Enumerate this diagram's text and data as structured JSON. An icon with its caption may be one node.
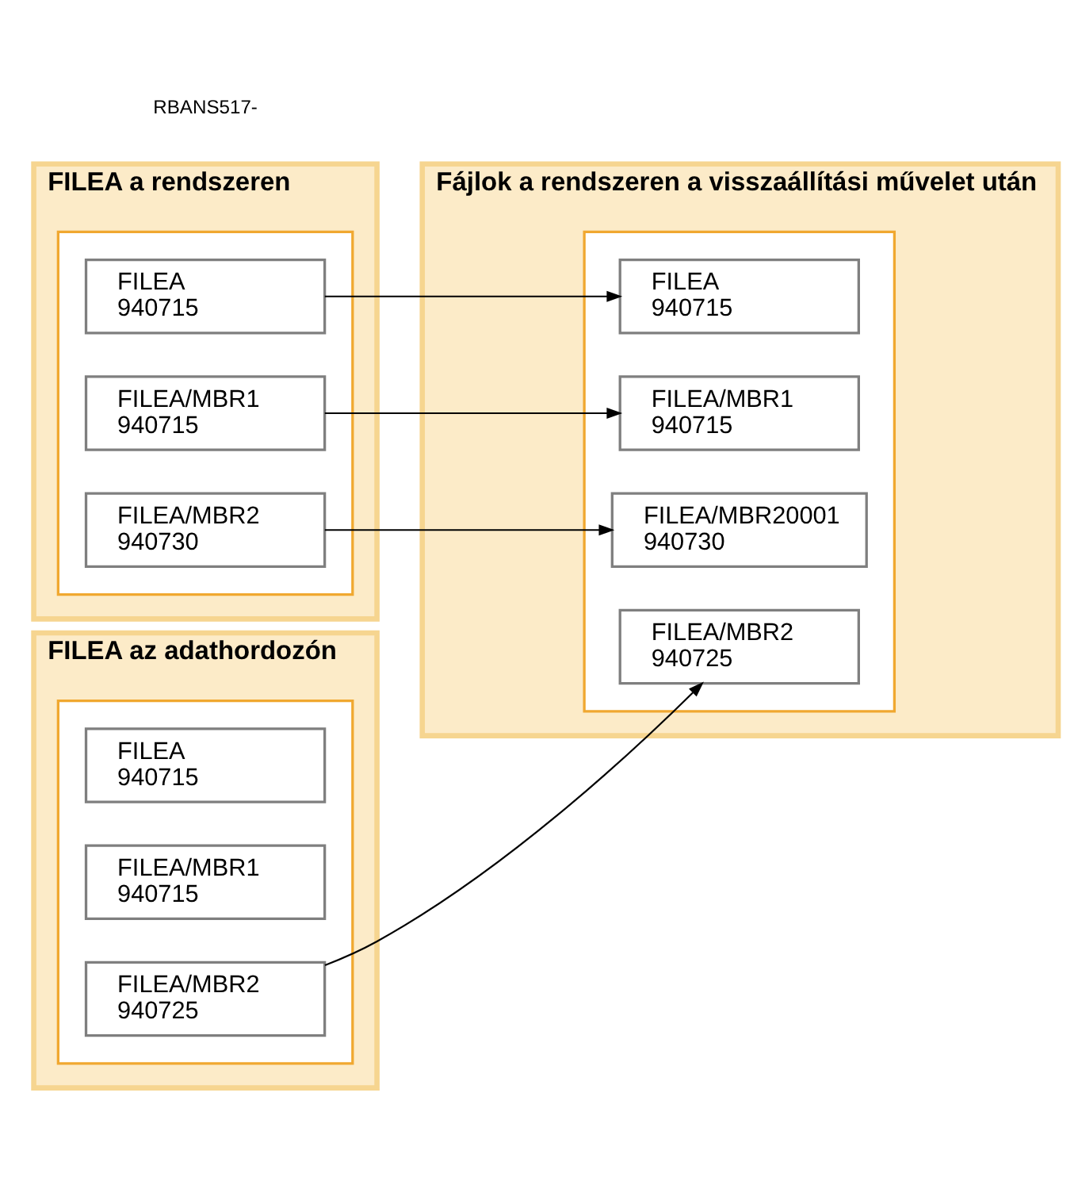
{
  "diagram": {
    "nodes": [
      {
        "text": [
          "FILEA a rendszeren"
        ]
      },
      {
        "text": [],
        "shape": "box",
        "in": 0
      },
      {
        "text": [
          "FILEA",
          "940715"
        ],
        "in": 1
      },
      {
        "text": [
          "FILEA/MBR1",
          "940715"
        ],
        "in": 1
      },
      {
        "text": [
          "FILEA/MBR2",
          "940730"
        ],
        "in": 1
      },
      {
        "text": [
          "Fájlok a rendszeren a visszaállítási művelet után"
        ]
      },
      {
        "text": [],
        "shape": "box",
        "in": 5
      },
      {
        "text": [
          "FILEA",
          "940715"
        ],
        "in": 6
      },
      {
        "text": [
          "FILEA/MBR1",
          "940715"
        ],
        "in": 6
      },
      {
        "text": [
          "FILEA/MBR20001",
          "940730"
        ],
        "in": 6
      },
      {
        "text": [
          "FILEA/MBR2",
          "940725"
        ],
        "in": 6
      },
      {
        "text": [
          "FILEA az adathordozón"
        ]
      },
      {
        "text": [],
        "shape": "box",
        "in": 11
      },
      {
        "text": [
          "FILEA",
          "940715"
        ],
        "in": 12
      },
      {
        "text": [
          "FILEA/MBR1",
          "940715"
        ],
        "in": 12
      },
      {
        "text": [
          "FILEA/MBR2",
          "940725"
        ],
        "in": 12
      }
    ],
    "edges": [
      {
        "from": 2,
        "to": 7,
        "arrow": "to"
      },
      {
        "from": 3,
        "to": 8,
        "arrow": "to"
      },
      {
        "from": 4,
        "to": 9,
        "arrow": "to"
      },
      {
        "from": 15,
        "to": 10,
        "arrow": "to"
      }
    ],
    "labels": [
      "RBANS517-"
    ]
  }
}
